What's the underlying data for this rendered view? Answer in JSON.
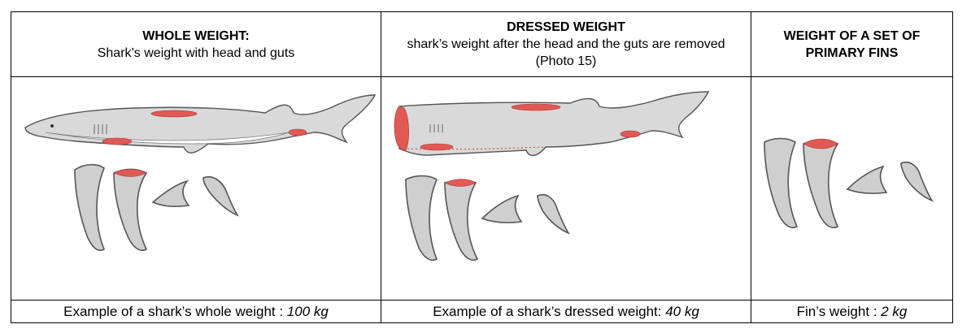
{
  "columns": [
    {
      "title": "WHOLE WEIGHT:",
      "description": "Shark’s weight with head and guts",
      "footer_prefix": "Example of a shark’s whole weight : ",
      "footer_value": "100 kg",
      "illustration": "whole-shark-with-fins"
    },
    {
      "title": "DRESSED WEIGHT",
      "description": "shark’s weight after the head and the guts are removed (Photo 15)",
      "footer_prefix": "Example of a shark’s dressed weight: ",
      "footer_value": "40 kg",
      "illustration": "dressed-shark-with-fins"
    },
    {
      "title": "WEIGHT OF A SET OF PRIMARY FINS",
      "description": "",
      "footer_prefix": "Fin’s weight : ",
      "footer_value": "2 kg",
      "illustration": "primary-fins-set"
    }
  ],
  "colors": {
    "cut_marks": "#e05a55",
    "shark_fill": "#d9d9d9",
    "outline": "#555555",
    "border": "#000000"
  }
}
